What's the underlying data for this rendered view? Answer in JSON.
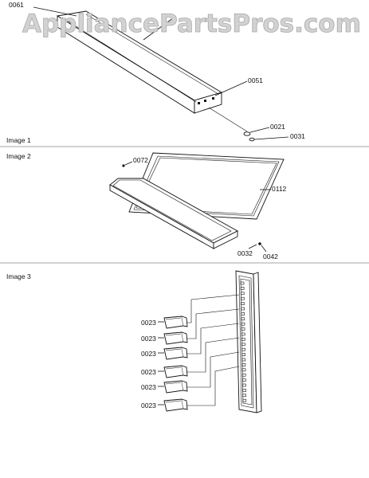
{
  "watermark": "AppliancePartsPros.com",
  "sections": [
    {
      "label": "Image 1"
    },
    {
      "label": "Image 2"
    },
    {
      "label": "Image 3"
    }
  ],
  "callouts": {
    "c0061": "0061",
    "c0051": "0051",
    "c0021": "0021",
    "c0031": "0031",
    "c0072": "0072",
    "c0112": "0112",
    "c0032": "0032",
    "c0042": "0042",
    "c0023": "0023"
  },
  "colors": {
    "watermark_fill": "#d2d2d2",
    "line": "#111111",
    "separator": "#888888"
  }
}
